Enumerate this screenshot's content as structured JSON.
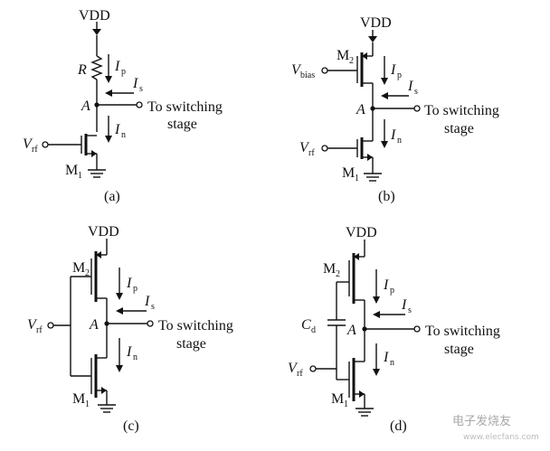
{
  "labels": {
    "vdd": "VDD",
    "to_switching": "To switching",
    "stage": "stage",
    "node_a": "A",
    "resistor": "R",
    "cap_d": "C",
    "cap_d_sub": "d",
    "ip": "I",
    "ip_sub": "p",
    "is": "I",
    "is_sub": "s",
    "in": "I",
    "in_sub": "n",
    "vrf": "V",
    "vrf_sub": "rf",
    "vbias": "V",
    "vbias_sub": "bias",
    "m1": "M",
    "m1_sub": "1",
    "m2": "M",
    "m2_sub": "2"
  },
  "captions": {
    "a": "(a)",
    "b": "(b)",
    "c": "(c)",
    "d": "(d)"
  },
  "watermark": {
    "logo": "电子发烧友",
    "url": "www.elecfans.com"
  }
}
